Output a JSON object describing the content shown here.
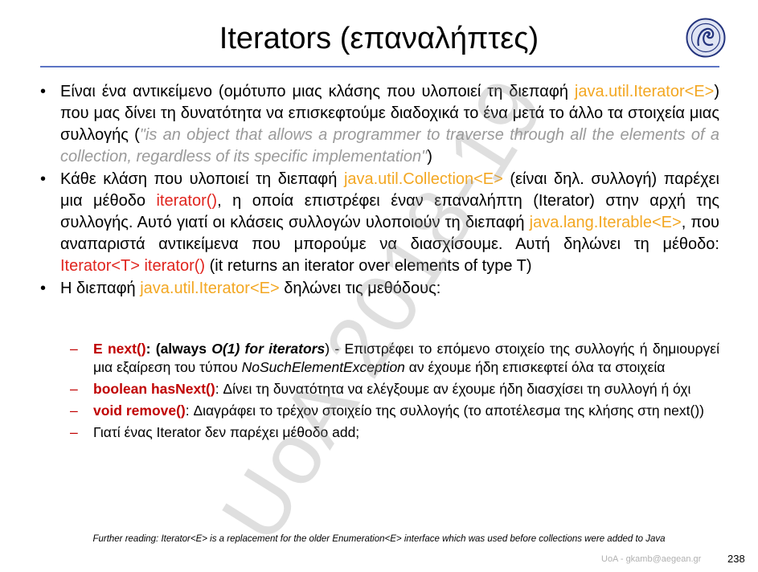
{
  "title": "Iterators (επαναλήπτες)",
  "watermark": "UoA 2018-19",
  "logo_name": "university-seal",
  "bullets": [
    {
      "marker": "•",
      "t1": "Είναι ένα αντικείμενο (ομότυπο μιας κλάσης που υλοποιεί τη διεπαφή ",
      "code1": "java.util.Iterator<E>",
      "t2": ") που μας δίνει τη δυνατότητα να επισκεφτούμε διαδοχικά το ένα μετά το άλλο τα στοιχεία μιας συλλογής (",
      "quote": "\"is an object that allows a programmer to traverse through all the elements of a collection, regardless of its specific implementation\"",
      "t3": ")"
    },
    {
      "marker": "•",
      "t1": "Κάθε κλάση που υλοποιεί τη διεπαφή ",
      "code1": "java.util.Collection<E>",
      "t2": " (είναι δηλ. συλλογή) παρέχει μια μέθοδο ",
      "code2": "iterator()",
      "t3": ", η οποία επιστρέφει έναν επαναλήπτη (Iterator) στην αρχή της συλλογής. Αυτό γιατί οι κλάσεις συλλογών υλοποιούν τη διεπαφή ",
      "code3": "java.lang.Iterable<E>",
      "t4": ", που αναπαριστά αντικείμενα που μπορούμε να διασχίσουμε. Αυτή δηλώνει τη μέθοδο: ",
      "code4": "Iterator<T> iterator()",
      "t5": " (it returns an iterator over elements of type T)"
    },
    {
      "marker": "•",
      "t1": "Η διεπαφή ",
      "code1": "java.util.Iterator<E>",
      "t2": " δηλώνει τις μεθόδους:"
    }
  ],
  "subs": [
    {
      "marker": "–",
      "m": "E next()",
      "p1": ": (",
      "b1": "always ",
      "bi": "O(1) for iterators",
      "p2": ") - Επιστρέφει το επόμενο στοιχείο της συλλογής ή δημιουργεί μια εξαίρεση του τύπου ",
      "it": "NoSuchElementException",
      "p3": " αν έχουμε ήδη επισκεφτεί όλα τα στοιχεία"
    },
    {
      "marker": "–",
      "m": "boolean hasNext()",
      "p1": ": Δίνει τη δυνατότητα να ελέγξουμε αν έχουμε ήδη διασχίσει τη συλλογή ή όχι"
    },
    {
      "marker": "–",
      "m": "void remove()",
      "p1": ": Διαγράφει το τρέχον στοιχείο της συλλογής (το αποτέλεσμα της κλήσης στη next())"
    },
    {
      "marker": "–",
      "p1": "Γιατί ένας Iterator δεν παρέχει μέθοδο add;"
    }
  ],
  "further": "Further reading: Iterator<E> is a replacement for the older Enumeration<E> interface which was used before collections were added to Java",
  "footer": "UoA - gkamb@aegean.gr",
  "page_number": "238"
}
